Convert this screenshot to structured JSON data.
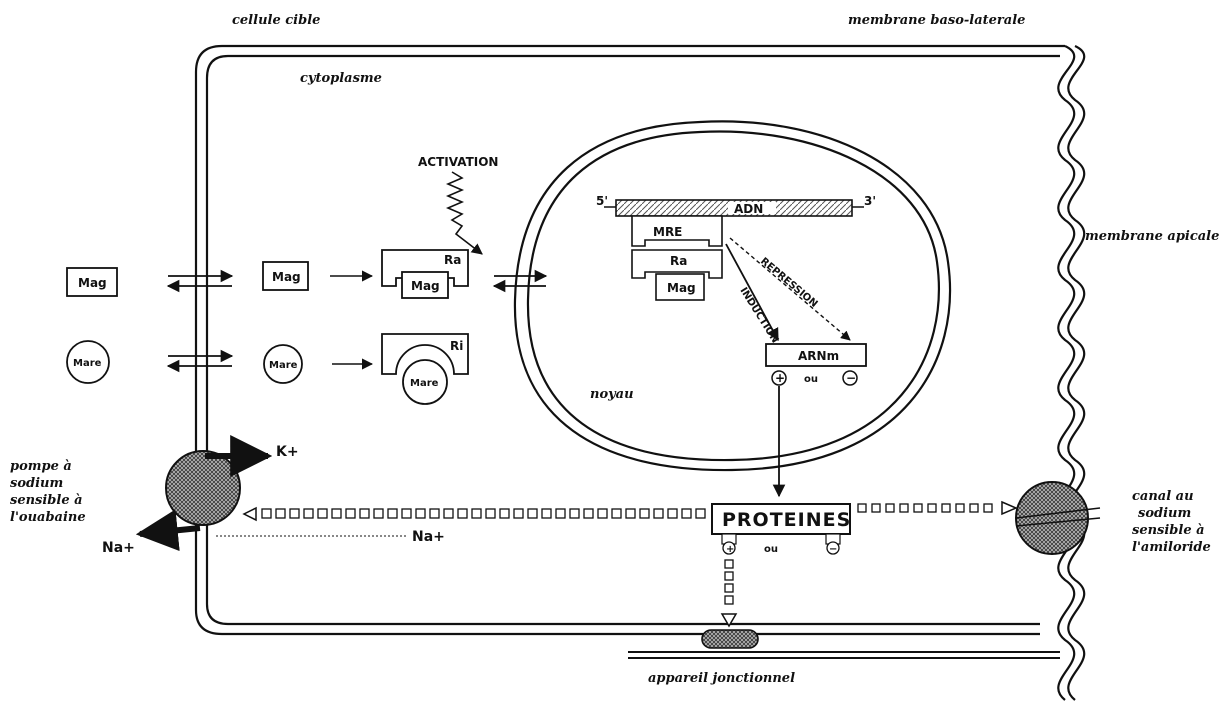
{
  "labels": {
    "cellule_cible": "cellule cible",
    "membrane_basolaterale": "membrane baso-laterale",
    "cytoplasme": "cytoplasme",
    "membrane_apicale": "membrane apicale",
    "noyau": "noyau",
    "activation": "ACTIVATION",
    "adn": "ADN",
    "five_prime": "5'",
    "three_prime": "3'",
    "mre": "MRE",
    "ra": "Ra",
    "ri": "Ri",
    "mag": "Mag",
    "mare": "Mare",
    "induction": "INDUCTION",
    "repression": "REPRESSION",
    "arnm": "ARNm",
    "plus": "+",
    "minus": "−",
    "ou": "ou",
    "proteines": "PROTEINES",
    "k_plus": "K+",
    "na_plus": "Na+",
    "pompe": [
      "pompe à",
      "sodium",
      "sensible à",
      "l'ouabaine"
    ],
    "canal": [
      "canal au",
      "sodium",
      "sensible à",
      "l'amiloride"
    ],
    "appareil_jonctionnel": "appareil jonctionnel"
  }
}
